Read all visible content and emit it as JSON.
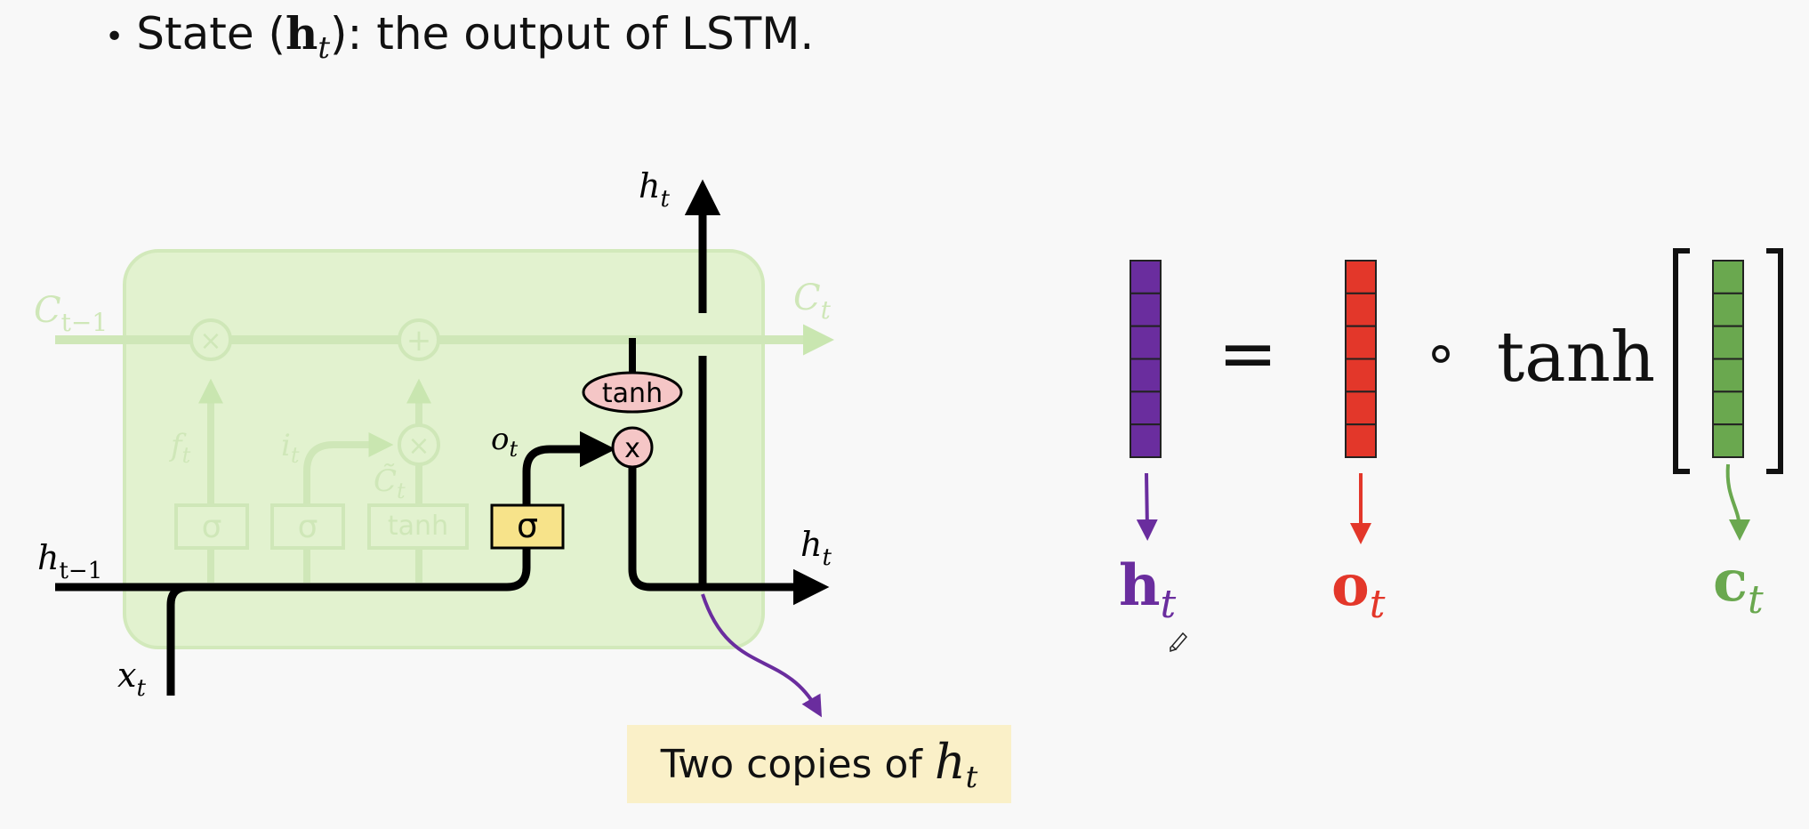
{
  "bullet": {
    "prefix": "State (",
    "h": "h",
    "t": "t",
    "suffix": "): the output of LSTM."
  },
  "lstm": {
    "c_prev": "C",
    "c_prev_sub": "t−1",
    "c_next": "C",
    "c_next_sub": "t",
    "h_prev": "h",
    "h_prev_sub": "t−1",
    "h_top": "h",
    "h_top_sub": "t",
    "h_right": "h",
    "h_right_sub": "t",
    "x": "x",
    "x_sub": "t",
    "f": "f",
    "f_sub": "t",
    "i": "i",
    "i_sub": "t",
    "ctilde": "C̃",
    "ctilde_sub": "t",
    "o": "o",
    "o_sub": "t",
    "sigma": "σ",
    "tanh": "tanh",
    "times": "×",
    "plus": "+",
    "times_active": "x"
  },
  "equation": {
    "equals": "=",
    "circ": "∘",
    "tanh": "tanh",
    "h_label": "h",
    "h_sub": "t",
    "o_label": "o",
    "o_sub": "t",
    "c_label": "c",
    "c_sub": "t",
    "cells_per_vector": 6,
    "colors": {
      "h": "#6a2d9e",
      "o": "#e3372a",
      "c": "#6aa84f",
      "faded": "#dff0cc"
    }
  },
  "callout": {
    "text": "Two copies of",
    "h": "h",
    "t": "t"
  }
}
